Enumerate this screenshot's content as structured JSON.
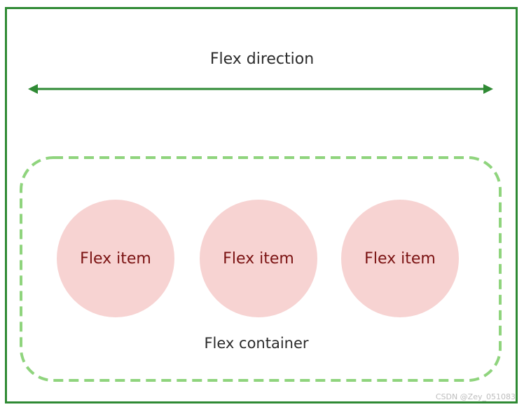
{
  "diagram": {
    "direction_label": "Flex direction",
    "container_label": "Flex container",
    "items": [
      {
        "label": "Flex item"
      },
      {
        "label": "Flex item"
      },
      {
        "label": "Flex item"
      }
    ],
    "watermark": "CSDN @Zey_051083",
    "colors": {
      "frame": "#2f8a34",
      "arrow": "#2f8a34",
      "container_dash": "#8fd47d",
      "item_fill": "#f7d3d2",
      "item_text": "#7a1212"
    }
  }
}
